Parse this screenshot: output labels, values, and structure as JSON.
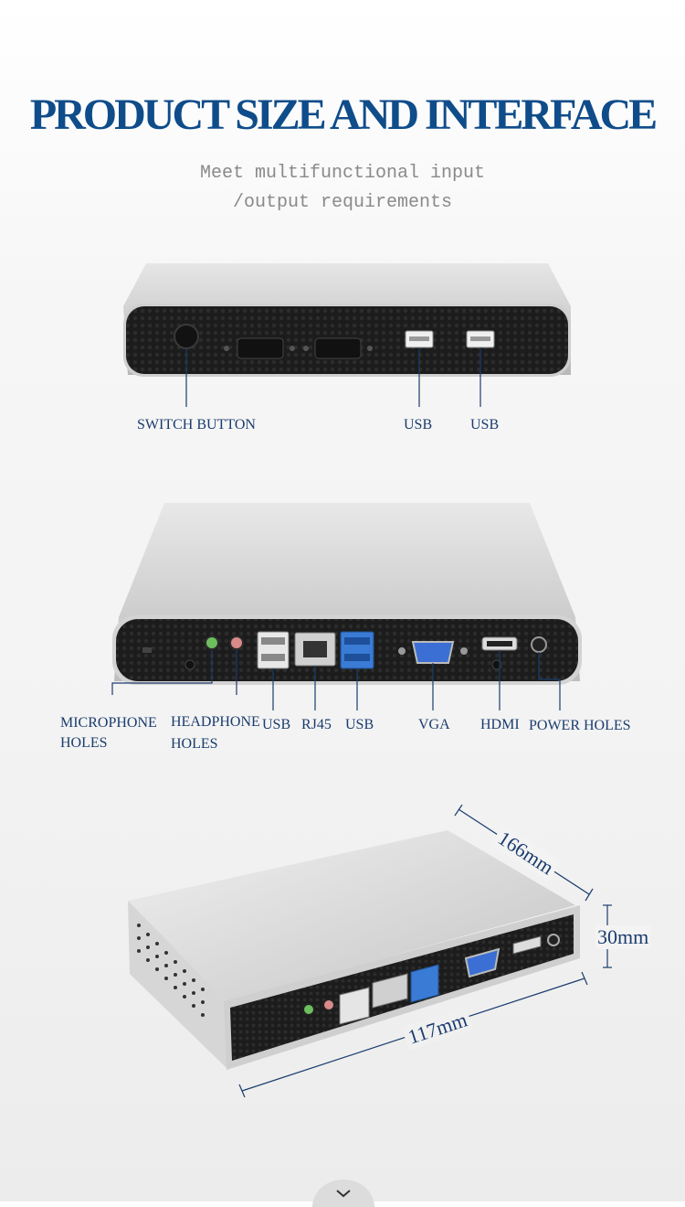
{
  "header": {
    "title": "PRODUCT SIZE AND INTERFACE",
    "subtitle_line1": "Meet multifunctional input",
    "subtitle_line2": "/output requirements"
  },
  "view1": {
    "labels": {
      "switch_button": "SWITCH BUTTON",
      "usb_1": "USB",
      "usb_2": "USB"
    }
  },
  "view2": {
    "labels": {
      "microphone_line1": "MICROPHONE",
      "microphone_line2": "HOLES",
      "headphone_line1": "HEADPHONE",
      "headphone_line2": "HOLES",
      "usb_1": "USB",
      "rj45": "RJ45",
      "usb_2": "USB",
      "vga": "VGA",
      "hdmi": "HDMI",
      "power": "POWER HOLES"
    }
  },
  "view3": {
    "dimensions": {
      "length": "166mm",
      "height": "30mm",
      "width": "117mm"
    }
  },
  "nav": {
    "next_icon": "chevron-down-icon"
  },
  "colors": {
    "title": "#0f4c8a",
    "label": "#1a3c6e",
    "leader": "#1a3c6e",
    "panel": "#1d1d1d",
    "usb3_port": "#3a7bd5",
    "vga_port": "#3b6fd4"
  }
}
